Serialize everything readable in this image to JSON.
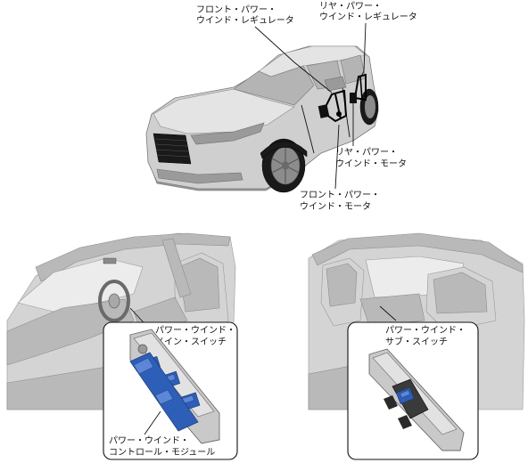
{
  "labels": {
    "front_regulator_l1": "フロント・パワー・",
    "front_regulator_l2": "ウインド・レギュレータ",
    "rear_regulator_l1": "リヤ・パワー・",
    "rear_regulator_l2": "ウインド・レギュレータ",
    "rear_motor_l1": "リヤ・パワー・",
    "rear_motor_l2": "ウインド・モータ",
    "front_motor_l1": "フロント・パワー・",
    "front_motor_l2": "ウインド・モータ",
    "main_switch_l1": "パワー・ウインド・",
    "main_switch_l2": "メイン・スイッチ",
    "control_module_l1": "パワー・ウインド・",
    "control_module_l2": "コントロール・モジュール",
    "sub_switch_l1": "パワー・ウインド・",
    "sub_switch_l2": "サブ・スイッチ"
  },
  "colors": {
    "component_highlight": "#2e5fb8",
    "line": "#111111",
    "background": "#ffffff"
  }
}
